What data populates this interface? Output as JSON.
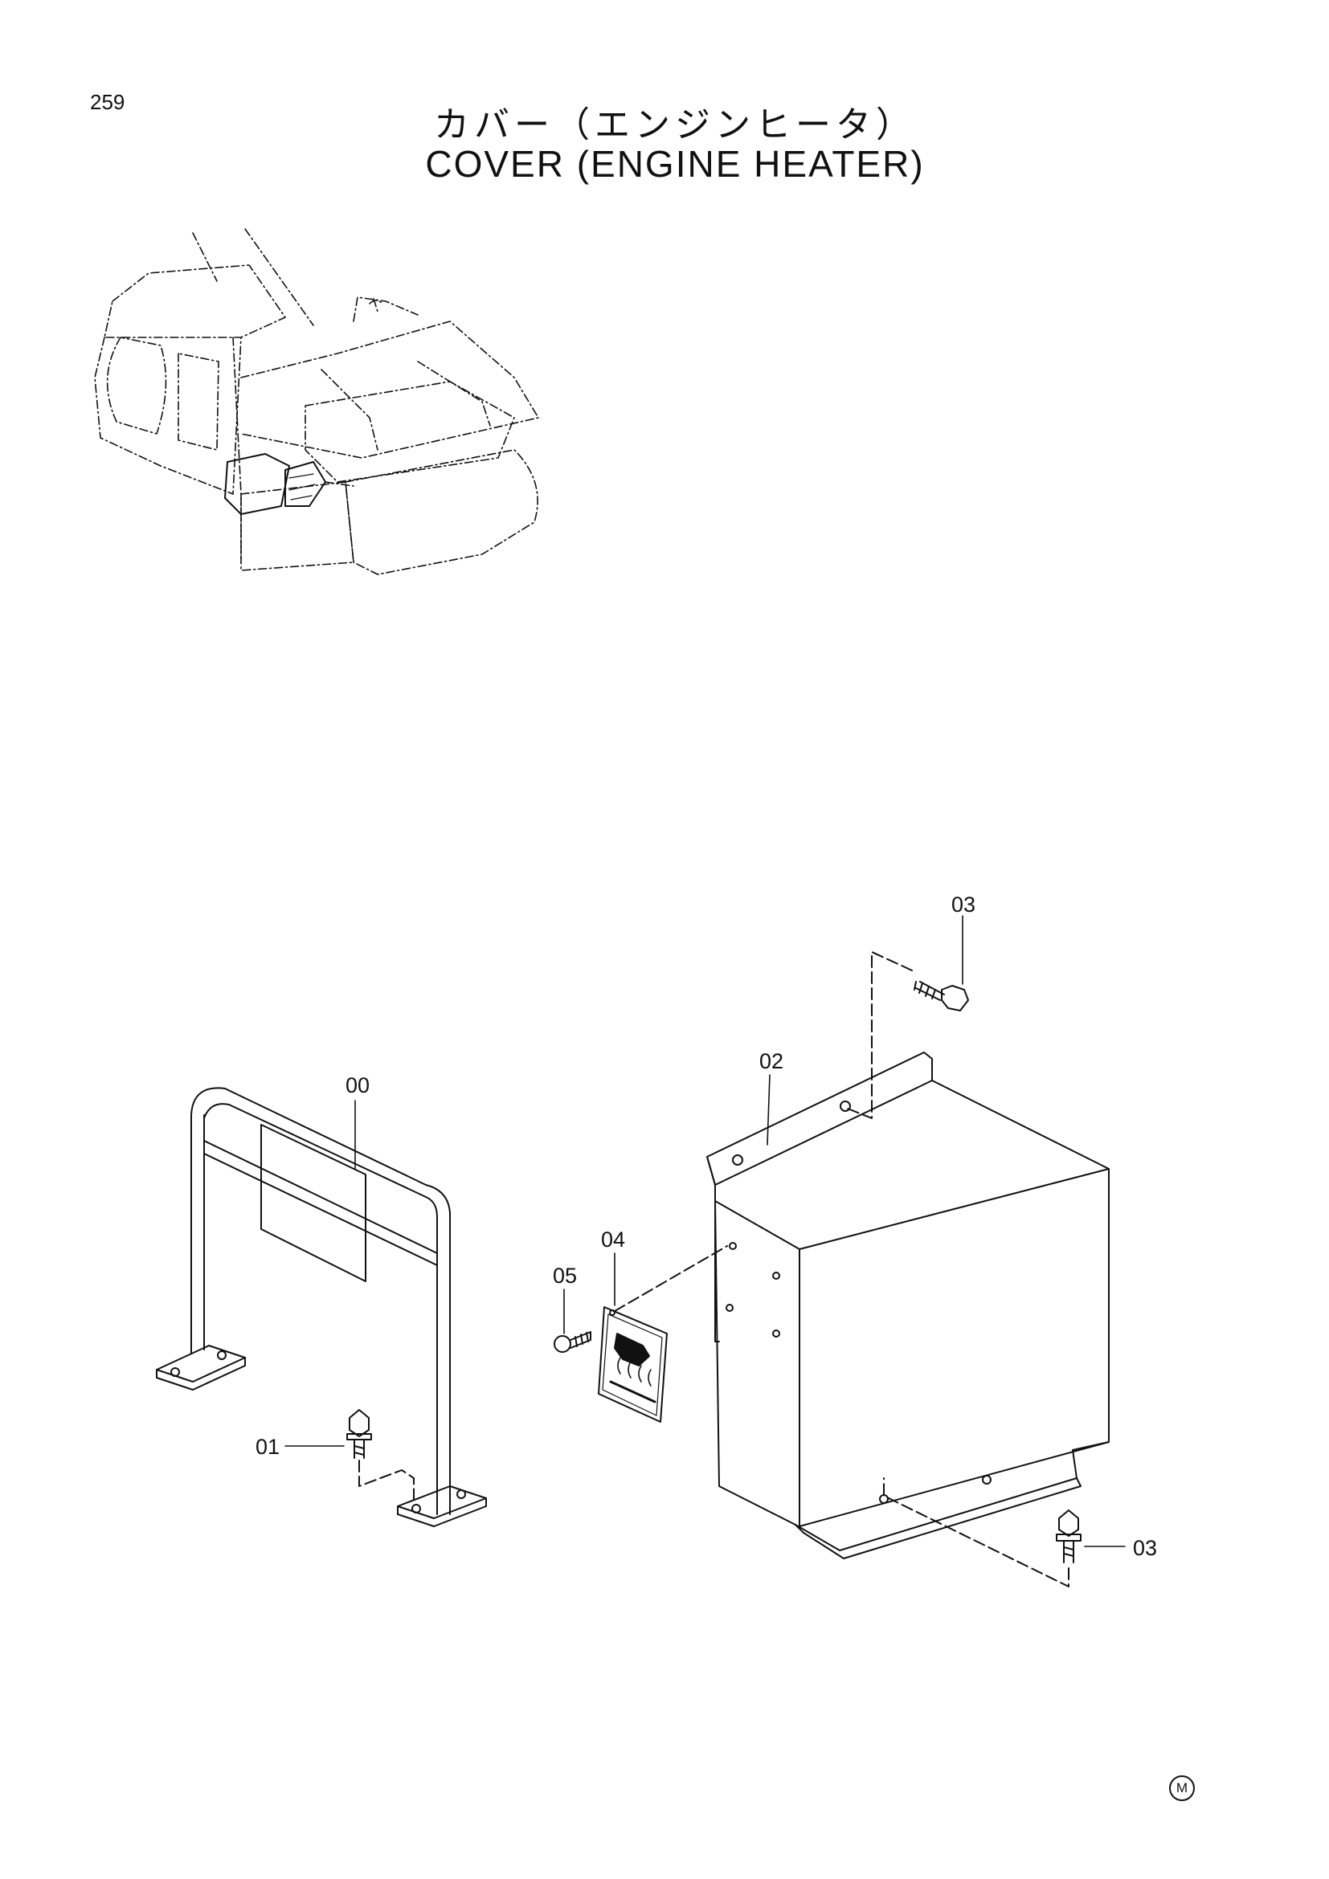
{
  "page": {
    "number": "259"
  },
  "title": {
    "japanese": "カバー（エンジンヒータ）",
    "english": "COVER (ENGINE HEATER)"
  },
  "callouts": {
    "guard_rail": "00",
    "rail_bolt": "01",
    "cover": "02",
    "cover_top_bolt": "03",
    "cover_bottom_bolt": "03",
    "warning_label": "04",
    "label_screw": "05"
  },
  "footer": {
    "mark": "M"
  }
}
